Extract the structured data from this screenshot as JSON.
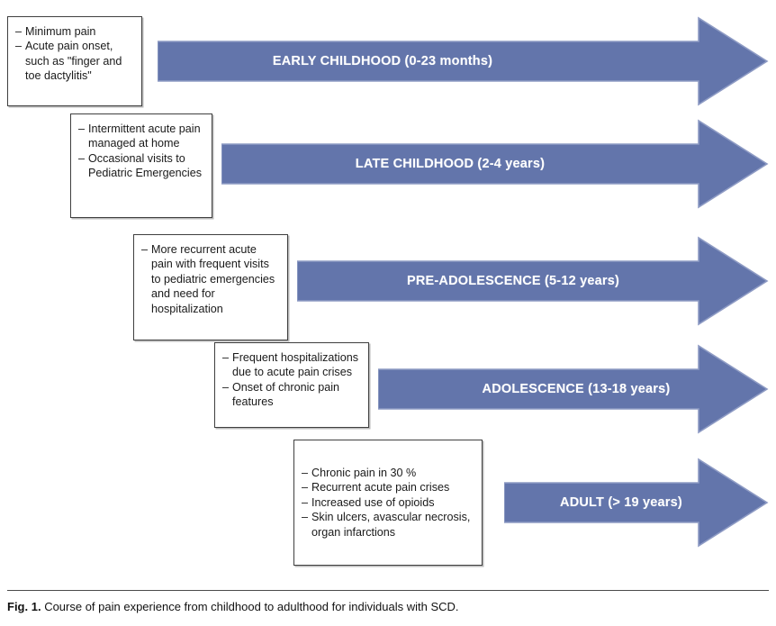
{
  "figure": {
    "caption_label": "Fig. 1.",
    "caption_text": "Course of pain experience from childhood to adulthood for individuals with SCD.",
    "arrow_color": "#6375ab",
    "arrow_edge_color": "#8e9bc4",
    "box_border_color": "#3f3f3f",
    "label_text_color": "#ffffff"
  },
  "stages": [
    {
      "id": "early-childhood",
      "arrow_label": "EARLY CHILDHOOD (0-23 months)",
      "bullets": [
        "Minimum pain",
        "Acute pain onset, such as \"finger and toe dactylitis\""
      ]
    },
    {
      "id": "late-childhood",
      "arrow_label": "LATE CHILDHOOD (2-4 years)",
      "bullets": [
        "Intermittent acute pain managed at home",
        "Occasional visits to Pediatric Emergencies"
      ]
    },
    {
      "id": "pre-adolescence",
      "arrow_label": "PRE-ADOLESCENCE (5-12 years)",
      "bullets": [
        "More recurrent acute pain with frequent visits to pediatric emergencies and need for hospitalization"
      ]
    },
    {
      "id": "adolescence",
      "arrow_label": "ADOLESCENCE (13-18 years)",
      "bullets": [
        "Frequent hospitalizations due to acute pain crises",
        "Onset of chronic pain features"
      ]
    },
    {
      "id": "adult",
      "arrow_label": "ADULT (> 19 years)",
      "bullets": [
        "Chronic pain in 30 %",
        "Recurrent acute pain crises",
        "Increased use of opioids",
        "Skin ulcers, avascular necrosis, organ infarctions"
      ]
    }
  ]
}
